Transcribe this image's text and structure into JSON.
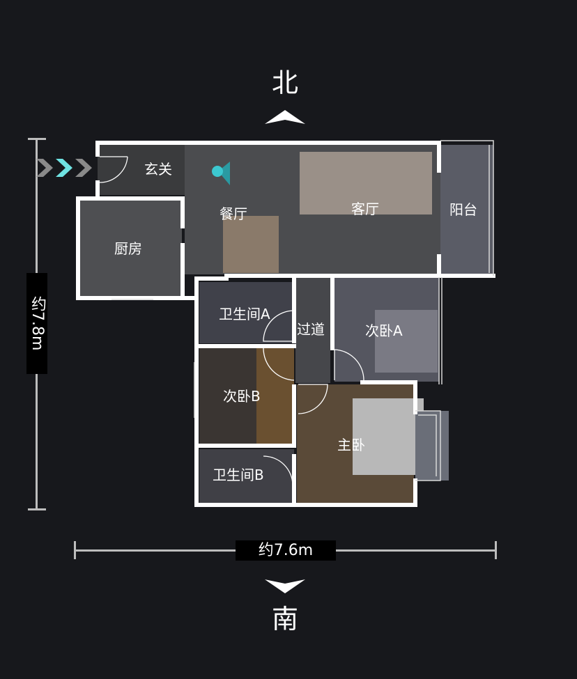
{
  "compass": {
    "north": "北",
    "south": "南"
  },
  "dimensions": {
    "width": "约7.6m",
    "height": "约7.8m"
  },
  "rooms": {
    "entrance": "玄关",
    "dining": "餐厅",
    "living": "客厅",
    "balcony": "阳台",
    "kitchen": "厨房",
    "bathroom_a": "卫生间A",
    "corridor": "过道",
    "bedroom_a": "次卧A",
    "bedroom_b": "次卧B",
    "master": "主卧",
    "bathroom_b": "卫生间B"
  },
  "colors": {
    "background": "#17181c",
    "wall": "#ffffff",
    "entry_arrow": "#6fe3e3",
    "viewpoint": "#3cc8d0"
  },
  "icons": [
    "entry-arrow-icon",
    "viewpoint-icon",
    "north-chevron-icon",
    "south-chevron-icon"
  ]
}
